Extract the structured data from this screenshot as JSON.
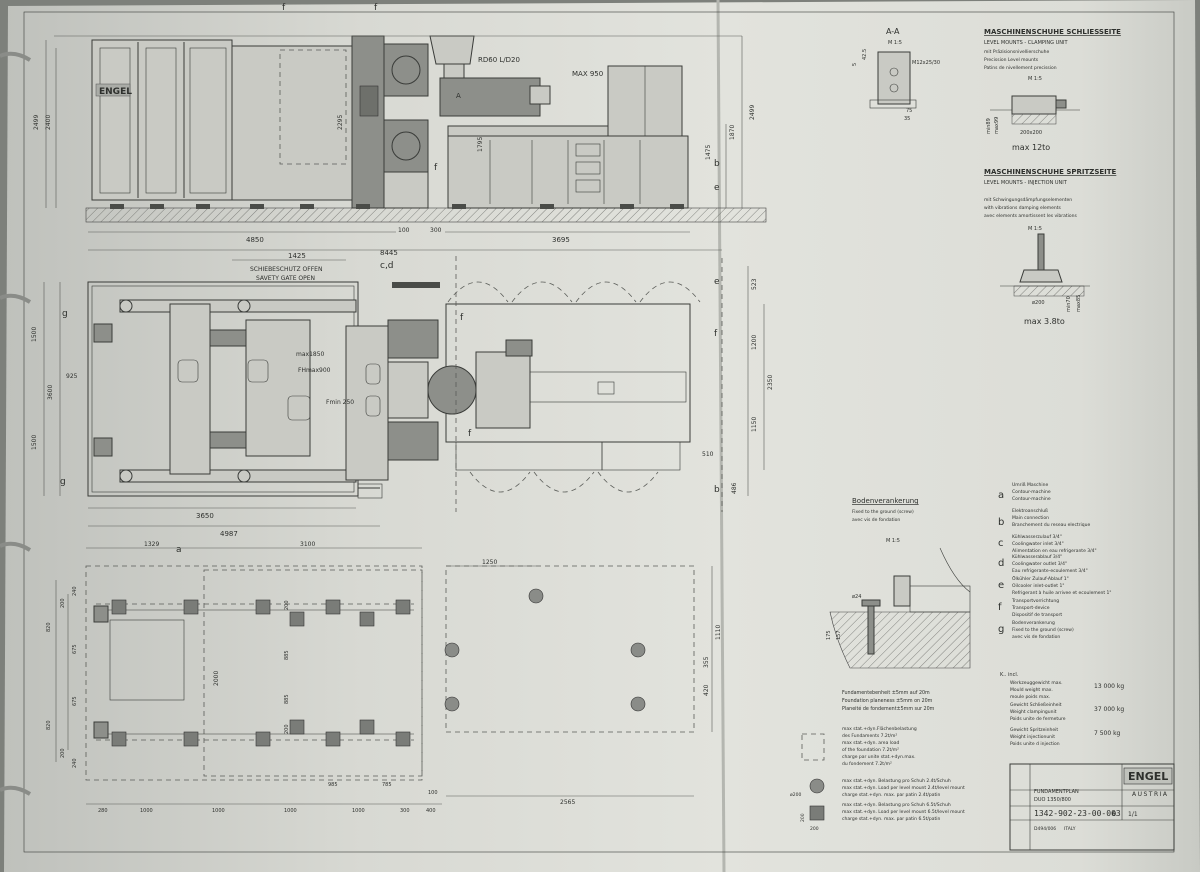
{
  "brand": {
    "logo": "ENGEL",
    "subtitle": "AUSTRIA"
  },
  "side_view": {
    "labels": {
      "f1": "f",
      "f2": "f",
      "f3": "f",
      "a": "A",
      "nozzle": "RD60 L/D20",
      "max_stroke": "MAX 950",
      "b": "b",
      "e": "e"
    },
    "heights": {
      "h1": "2499",
      "h2": "2400",
      "h3": "2295",
      "h4": "1795",
      "h5": "1475",
      "h6": "1870",
      "h7": "2499"
    },
    "dims": {
      "d1": "4850",
      "d2": "100",
      "d3": "300",
      "d4": "3695",
      "total": "8445"
    }
  },
  "top_view": {
    "gate_len": "1425",
    "gate_text_de": "SCHIEBESCHUTZ OFFEN",
    "gate_text_en": "SAVETY GATE OPEN",
    "cd": "c,d",
    "labels": {
      "g1": "g",
      "g2": "g",
      "f1": "f",
      "f2": "f",
      "e": "e",
      "f3": "f",
      "b": "b"
    },
    "inner": {
      "max1": "max1850",
      "fh": "FHmax900",
      "fmin": "Fmin 250"
    },
    "left_dims": {
      "a": "1500",
      "b": "3600",
      "c": "1500",
      "d": "925"
    },
    "right_dims": {
      "a": "523",
      "b": "1200",
      "c": "2350",
      "d": "1150",
      "e": "510",
      "f": "486"
    },
    "bottom_dims": {
      "a": "3650",
      "b": "4987"
    }
  },
  "foundation": {
    "label_a": "a",
    "top_dims": {
      "a": "1329",
      "b": "3100",
      "c": "1250"
    },
    "left_dims": [
      "240",
      "200",
      "820",
      "675",
      "675",
      "820",
      "200",
      "240"
    ],
    "inner_dims": {
      "a": "200",
      "b": "2000",
      "c": "885",
      "d": "885",
      "e": "200"
    },
    "right_dims": {
      "a": "1110",
      "b": "355",
      "c": "420"
    },
    "bottom_dims": {
      "a": "985",
      "b": "785",
      "c": "100"
    },
    "bottom_row": [
      "280",
      "1000",
      "1000",
      "1000",
      "1000",
      "300",
      "400"
    ],
    "total": "2565"
  },
  "section_aa": {
    "title": "A-A",
    "scale": "M 1:5",
    "bolt": "M12x25/30",
    "d1": "42.5",
    "d2": "5",
    "d3": "75",
    "d4": "35"
  },
  "level_clamp": {
    "title": "MASCHINENSCHUHE SCHLIESSEITE",
    "subtitle": "LEVEL MOUNTS - CLAMPING UNIT",
    "lines": [
      "mit Präzisionsnivellierschuhe",
      "Precission Level mounts",
      "Patins de nivellement precission"
    ],
    "scale": "M 1:5",
    "size": "200x200",
    "h1": "min89",
    "h2": "max99",
    "load": "max 12to"
  },
  "level_inject": {
    "title": "MASCHINENSCHUHE SPRITZSEITE",
    "subtitle": "LEVEL MOUNTS - INJECTION UNIT",
    "lines": [
      "mit Schwingungsdämpfungselementen",
      "with vibrations damping elements",
      "avec elements amortissent les vibrations"
    ],
    "scale": "M 1:5",
    "size": "ø200",
    "h1": "min70",
    "h2": "max85",
    "load": "max 3.8to"
  },
  "anchor": {
    "title": "Bodenverankerung",
    "lines": [
      "Fixed to the ground (screw)",
      "avec vis de fondation"
    ],
    "scale": "M 1:5",
    "bolt": "ø24",
    "d1": "175",
    "d2": "157"
  },
  "legend": [
    {
      "key": "a",
      "lines": [
        "Umriß Maschine",
        "Contour-machine",
        "Contour-machine"
      ]
    },
    {
      "key": "b",
      "lines": [
        "Elektroanschluß",
        "Main connection",
        "Branchement du reseau electrique"
      ]
    },
    {
      "key": "c",
      "lines": [
        "Kühlwasserzulauf 3/4\"",
        "Coolingwater inlet 3/4\"",
        "Alimentation en eau refrigerante 3/4\""
      ]
    },
    {
      "key": "d",
      "lines": [
        "Kühlwasserablauf 3/4\"",
        "Coolingwater outlet 3/4\"",
        "Eau refrigerante-ecoulement 3/4\""
      ]
    },
    {
      "key": "e",
      "lines": [
        "Ölkühler Zulauf-Ablauf 1\"",
        "Oilcooler inlet-outlet 1\"",
        "Refrigerant à huile arrivee et ecoulement 1\""
      ]
    },
    {
      "key": "f",
      "lines": [
        "Transportvorrichtung",
        "Transport-device",
        "Dispositif de transport"
      ]
    },
    {
      "key": "g",
      "lines": [
        "Bodenverankerung",
        "Fixed to the ground (screw)",
        "avec vis de fondation"
      ]
    }
  ],
  "weights": {
    "incl": "K.. incl.",
    "rows": [
      {
        "lines": [
          "Werkzeuggewicht max.",
          "Mould weight max.",
          "moule poids max."
        ],
        "value": "13 000 kg"
      },
      {
        "lines": [
          "Gewicht Schließeinheit",
          "Weight clampingunit",
          "Poids unite de fermeture"
        ],
        "value": "37 000 kg"
      },
      {
        "lines": [
          "Gewicht Spritzeinheit",
          "Weight injectionunit",
          "Poids unite d injection"
        ],
        "value": "7 500 kg"
      }
    ]
  },
  "foundation_notes": [
    "Fundamentebenheit ±5mm auf 20m",
    "Foundation planeness ±5mm on 20m",
    "Planeité de fondement±5mm sur 20m"
  ],
  "load_note": [
    "max stat.+dyn.Flächenbelastung",
    "des Fundaments 7.2t/m²",
    "max stat.+dyn. area load",
    "of the foundation 7.2t/m²",
    "charge par unite stat.+dyn.max.",
    "du fondement 7.2t/m²"
  ],
  "shoe_note1": [
    "max stat.+dyn. Belastung pro Schuh 2.4t/Schuh",
    "max stat.+dyn. Load per level mount 2.4t/level mount",
    "charge stat.+dyn. max. par patin 2.4t/patin"
  ],
  "shoe_note2": [
    "max stat.+dyn. Belastung pro Schuh 6.5t/Schuh",
    "max stat.+dyn. Load per level mount 6.5t/level mount",
    "charge stat.+dyn. max. par patin 6.5t/patin"
  ],
  "symbols": {
    "s1": "ø200",
    "s2": "200",
    "s3": "200"
  },
  "title_block": {
    "title_de": "FUNDAMENTPLAN",
    "title_model": "DUO 1350/800",
    "drawing_no": "1342-902-23-00-003",
    "rev": "0",
    "sheet": "1/1",
    "country": "ITALY",
    "ref": "D494/006"
  }
}
